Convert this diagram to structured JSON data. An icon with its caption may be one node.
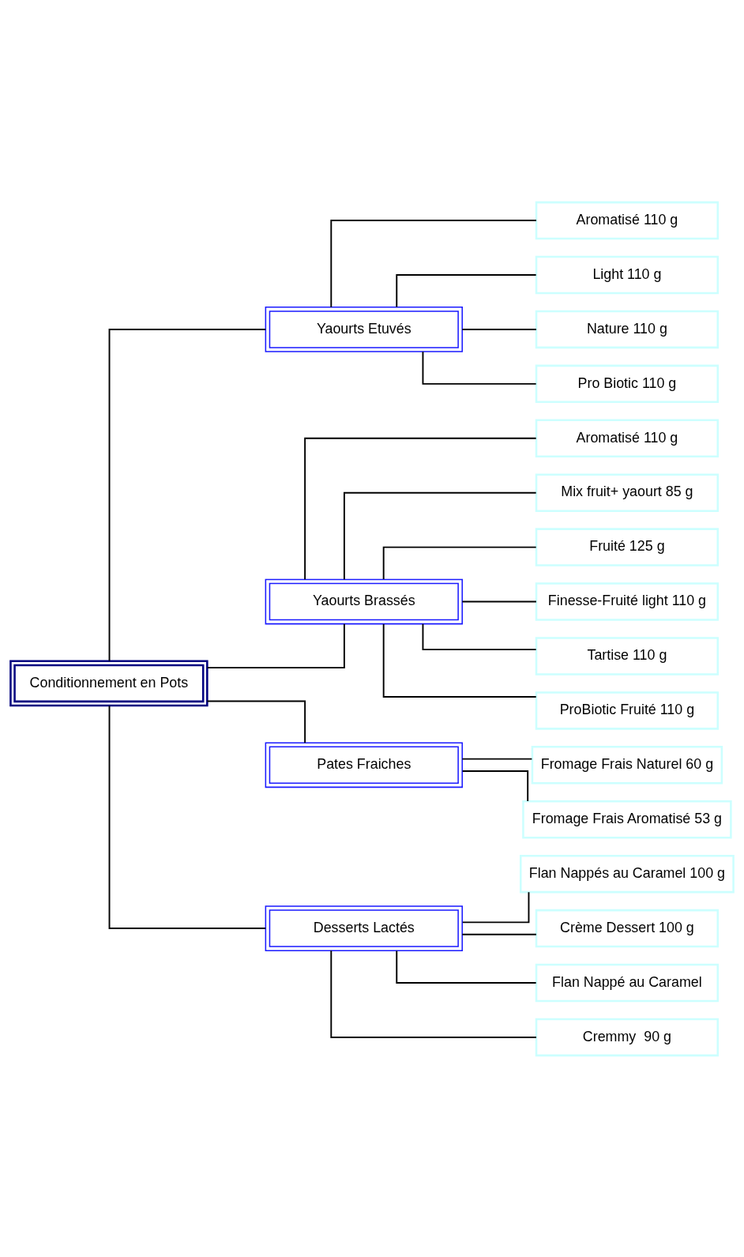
{
  "diagram": {
    "nodes": [
      {
        "text": [
          "Conditionnement en Pots"
        ]
      },
      {
        "text": [
          "Yaourts Etuvés"
        ]
      },
      {
        "text": [
          "Aromatisé 110 g"
        ]
      },
      {
        "text": [
          "Light 110 g"
        ]
      },
      {
        "text": [
          "Nature 110 g"
        ]
      },
      {
        "text": [
          "Pro Biotic 110 g"
        ]
      },
      {
        "text": [
          "Yaourts Brassés"
        ]
      },
      {
        "text": [
          "Aromatisé 110 g"
        ]
      },
      {
        "text": [
          "Mix fruit+ yaourt 85 g"
        ]
      },
      {
        "text": [
          "Fruité 125 g"
        ]
      },
      {
        "text": [
          "Finesse-Fruité light 110 g"
        ]
      },
      {
        "text": [
          "Tartise 110 g"
        ]
      },
      {
        "text": [
          "ProBiotic Fruité 110 g"
        ]
      },
      {
        "text": [
          "Pates Fraiches"
        ]
      },
      {
        "text": [
          "Fromage Frais Naturel 60 g"
        ]
      },
      {
        "text": [
          "Fromage Frais Aromatisé 53 g"
        ]
      },
      {
        "text": [
          "Desserts Lactés"
        ]
      },
      {
        "text": [
          "Flan Nappés au Caramel 100 g"
        ]
      },
      {
        "text": [
          "Crème Dessert 100 g"
        ]
      },
      {
        "text": [
          "Flan Nappé au Caramel"
        ]
      },
      {
        "text": [
          "Cremmy  90 g"
        ]
      }
    ],
    "edges": [
      {
        "from": 0,
        "to": 1,
        "arrow": "none"
      },
      {
        "from": 0,
        "to": 6,
        "arrow": "none"
      },
      {
        "from": 0,
        "to": 13,
        "arrow": "none"
      },
      {
        "from": 0,
        "to": 16,
        "arrow": "none"
      },
      {
        "from": 1,
        "to": 2,
        "arrow": "none"
      },
      {
        "from": 1,
        "to": 3,
        "arrow": "none"
      },
      {
        "from": 1,
        "to": 4,
        "arrow": "none"
      },
      {
        "from": 1,
        "to": 5,
        "arrow": "none"
      },
      {
        "from": 6,
        "to": 7,
        "arrow": "none"
      },
      {
        "from": 6,
        "to": 8,
        "arrow": "none"
      },
      {
        "from": 6,
        "to": 9,
        "arrow": "none"
      },
      {
        "from": 6,
        "to": 10,
        "arrow": "none"
      },
      {
        "from": 6,
        "to": 11,
        "arrow": "none"
      },
      {
        "from": 6,
        "to": 12,
        "arrow": "none"
      },
      {
        "from": 13,
        "to": 14,
        "arrow": "none"
      },
      {
        "from": 13,
        "to": 15,
        "arrow": "none"
      },
      {
        "from": 16,
        "to": 17,
        "arrow": "none"
      },
      {
        "from": 16,
        "to": 18,
        "arrow": "none"
      },
      {
        "from": 16,
        "to": 19,
        "arrow": "none"
      },
      {
        "from": 16,
        "to": 20,
        "arrow": "none"
      }
    ]
  }
}
